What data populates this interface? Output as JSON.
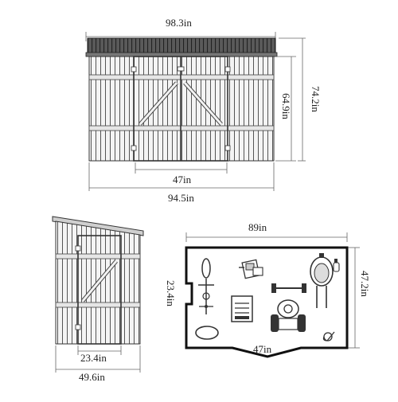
{
  "front_view": {
    "overall_width": "98.3in",
    "base_width": "94.5in",
    "door_width": "47in",
    "wall_height": "64.9in",
    "overall_height": "74.2in"
  },
  "side_view": {
    "door_width": "23.4in",
    "overall_depth": "49.6in"
  },
  "floor_plan": {
    "width": "89in",
    "depth": "47.2in",
    "door_opening_front": "47in",
    "door_opening_side": "23.4in",
    "items": [
      "bicycle-icon",
      "lawn-mower-icon",
      "tractor-mower-icon",
      "wheelbarrow-icon",
      "cabinet-icon",
      "kiddie-pool-icon",
      "garden-hose-icon"
    ]
  },
  "colors": {
    "line": "#333333",
    "roof": "#4a4a4a",
    "wood_light": "#ececec"
  }
}
